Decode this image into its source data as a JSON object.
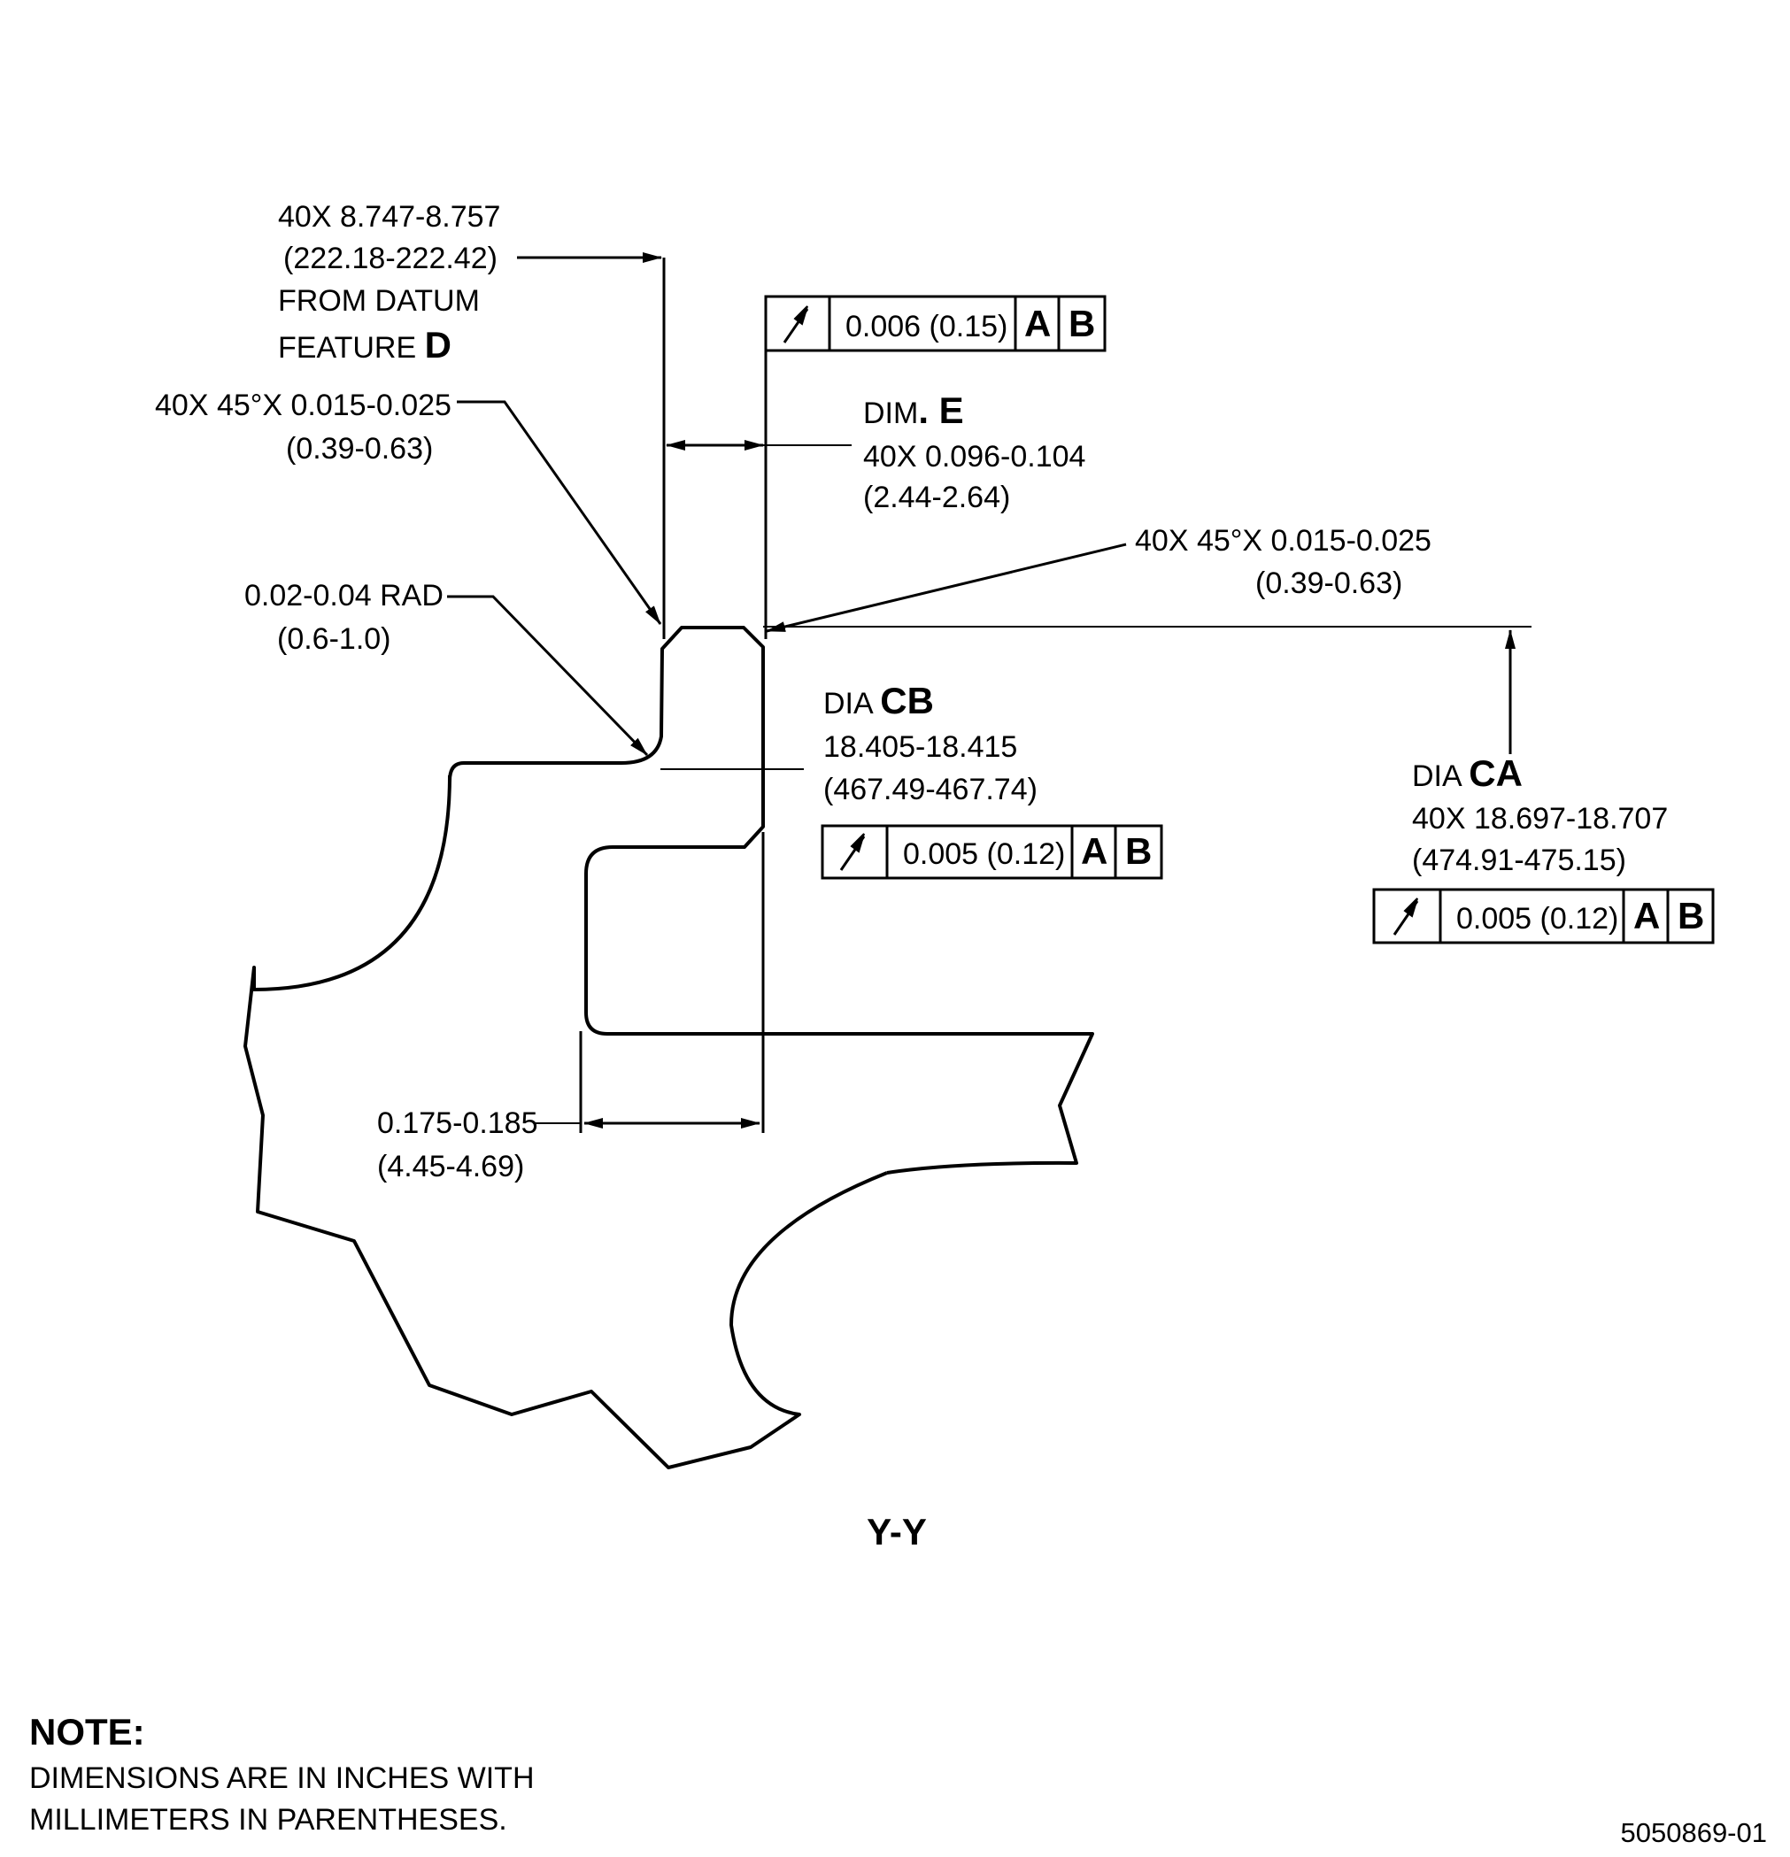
{
  "callouts": {
    "datum_d": {
      "line1": "40X 8.747-8.757",
      "line2": "(222.18-222.42)",
      "line3": "FROM DATUM",
      "line4_prefix": "FEATURE ",
      "line4_letter": "D"
    },
    "chamfer_left": {
      "line1": "40X 45°X 0.015-0.025",
      "line2": "(0.39-0.63)"
    },
    "radius": {
      "line1": "0.02-0.04 RAD",
      "line2": "(0.6-1.0)"
    },
    "dim_e": {
      "prefix": "DIM",
      "letter": ". E",
      "line2": "40X 0.096-0.104",
      "line3": "(2.44-2.64)"
    },
    "chamfer_right": {
      "line1": "40X 45°X 0.015-0.025",
      "line2": "(0.39-0.63)"
    },
    "dia_cb": {
      "prefix": "DIA ",
      "letter": "CB",
      "line2": "18.405-18.415",
      "line3": "(467.49-467.74)"
    },
    "dia_ca": {
      "prefix": "DIA ",
      "letter": "CA",
      "line2": "40X  18.697-18.707",
      "line3": "(474.91-475.15)"
    },
    "width": {
      "line1": "0.175-0.185",
      "line2": "(4.45-4.69)"
    }
  },
  "feature_control_frames": {
    "top": {
      "symbol": "circular-runout",
      "tolerance": "0.006 (0.15)",
      "datum1": "A",
      "datum2": "B"
    },
    "cb": {
      "symbol": "circular-runout",
      "tolerance": "0.005 (0.12)",
      "datum1": "A",
      "datum2": "B"
    },
    "ca": {
      "symbol": "circular-runout",
      "tolerance": "0.005 (0.12)",
      "datum1": "A",
      "datum2": "B"
    }
  },
  "section_label": "Y-Y",
  "note": {
    "heading": "NOTE:",
    "line1": "DIMENSIONS ARE IN INCHES WITH",
    "line2": "MILLIMETERS IN PARENTHESES."
  },
  "figure_id": "5050869-01"
}
